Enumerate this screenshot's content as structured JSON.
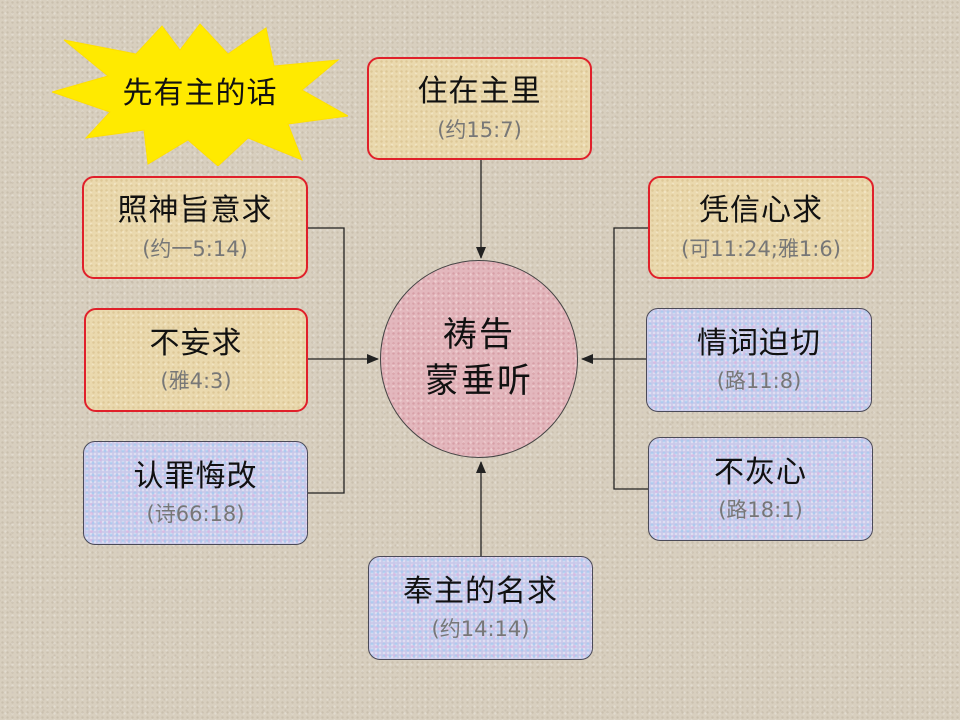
{
  "starburst": {
    "label": "先有主的话",
    "fill": "#ffea00"
  },
  "center": {
    "line1": "祷告",
    "line2": "蒙垂听"
  },
  "boxes": {
    "top": {
      "title": "住在主里",
      "ref": "(约15:7)"
    },
    "left1": {
      "title": "照神旨意求",
      "ref": "(约一5:14)"
    },
    "left2": {
      "title": "不妄求",
      "ref": "(雅4:3)"
    },
    "left3": {
      "title": "认罪悔改",
      "ref": "(诗66:18)"
    },
    "right1": {
      "title": "凭信心求",
      "ref": "(可11:24;雅1:6)"
    },
    "right2": {
      "title": "情词迫切",
      "ref": "(路11:8)"
    },
    "right3": {
      "title": "不灰心",
      "ref": "(路18:1)"
    },
    "bottom": {
      "title": "奉主的名求",
      "ref": "(约14:14)"
    }
  },
  "colors": {
    "tan_box": "#ead9ae",
    "tan_border": "#e0202a",
    "blue_box": "#c9c9ea",
    "circle": "#e3b7bd",
    "connector": "#222222"
  }
}
